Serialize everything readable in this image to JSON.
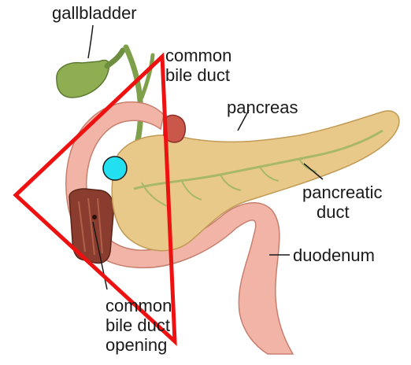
{
  "labels": {
    "gallbladder": "gallbladder",
    "common_bile_duct": [
      "common",
      "bile duct"
    ],
    "pancreas": "pancreas",
    "pancreatic_duct": [
      "pancreatic",
      "duct"
    ],
    "duodenum": "duodenum",
    "common_bile_duct_opening": [
      "common",
      "bile duct",
      "opening"
    ]
  },
  "colors": {
    "triangle": "#ee1111",
    "marker": "#22e0f0",
    "pancreas": "#e9c98a",
    "duodenum": "#f2b4a6",
    "gallbladder": "#8fae52"
  }
}
